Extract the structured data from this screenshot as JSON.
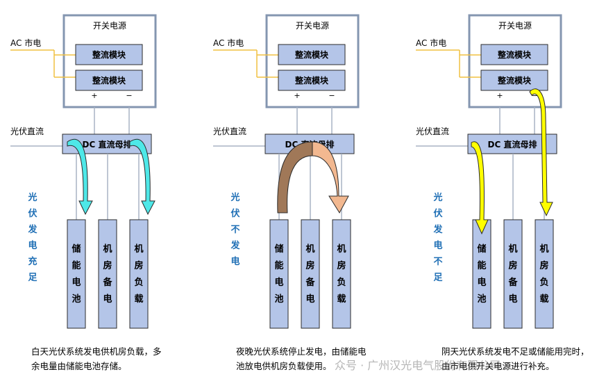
{
  "labels": {
    "power_supply": "开关电源",
    "ac_mains": "AC 市电",
    "rectifier": "整流模块",
    "plus": "+",
    "minus": "−",
    "pv_dc": "光伏直流",
    "dc_bus": "DC 直流母排",
    "battery": "储能电池",
    "backup": "机房备电",
    "load": "机房负载"
  },
  "panels": [
    {
      "status": "光伏发电充足",
      "caption_lines": [
        "白天光伏系统发电供机房负载，多",
        "余电量由储能电池存储。"
      ]
    },
    {
      "status": "光伏不发电",
      "caption_lines": [
        "夜晚光伏系统停止发电，由储能电",
        "池放电供机房负载使用。"
      ]
    },
    {
      "status": "光伏发电不足",
      "caption_lines": [
        "阴天光伏系统发电不足或储能用完时，",
        "由市电供开关电源进行补充。"
      ]
    }
  ],
  "watermark": "众号 · 广州汉光电气股份有限公司",
  "colors": {
    "box_fill": "#b4c5e8",
    "box_stroke": "#2b2b2b",
    "psu_border": "#8496b0",
    "ac_line": "#f0c040",
    "line": "#a8b2c4",
    "status_text": "#1f6fb5",
    "arrow_cyan": "#4ee8e8",
    "arrow_brown": "#a07858",
    "arrow_peach": "#f2b890",
    "arrow_yellow": "#ffff00"
  }
}
